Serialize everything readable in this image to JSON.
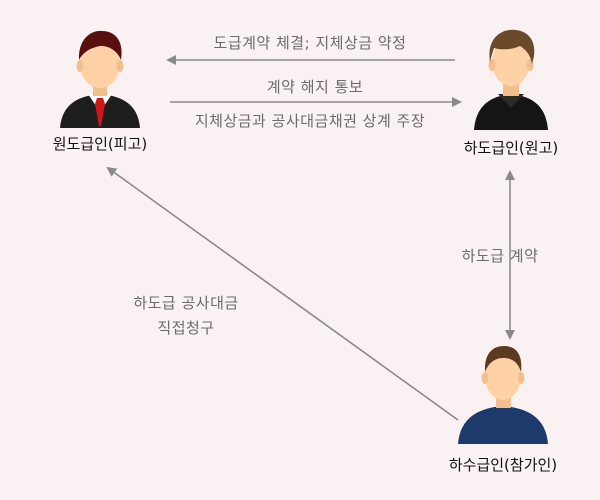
{
  "nodes": {
    "subcontractor_principal": "원도급인(피고)",
    "subcontractor_plaintiff": "하도급인(원고)",
    "sub_subcontractor": "하수급인(참가인)"
  },
  "edges": {
    "top_left_arrow": "도급계약 체결; 지체상금 약정",
    "notice_arrow_line1": "계약 해지 통보",
    "notice_arrow_line2": "지체상금과 공사대금채권 상계 주장",
    "vertical_arrow": "하도급 계약",
    "diagonal_line1": "하도급 공사대금",
    "diagonal_line2": "직접청구"
  },
  "colors": {
    "background": "#faf2f2",
    "arrow": "#8a8a8a",
    "suit": "#1e1e1e",
    "tie": "#d01818",
    "skin": "#ffd2a6",
    "hair_dark": "#5a0f0f",
    "hair_brown": "#6b4a2a",
    "shirt_navy": "#1c3a6b"
  }
}
